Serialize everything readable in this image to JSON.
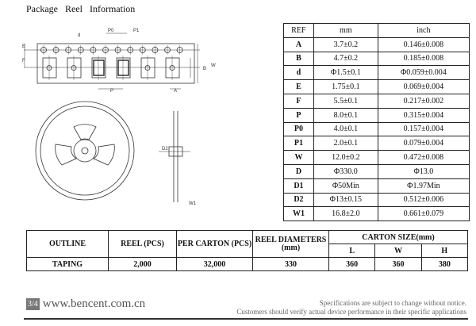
{
  "title": "Package Reel Information",
  "drawing_labels": {
    "d": "d",
    "p0": "P0",
    "p1": "P1",
    "p": "P",
    "a": "A",
    "b": "B",
    "w": "W",
    "e": "E",
    "f": "F",
    "w1": "W1",
    "d2": "D2"
  },
  "ref_table": {
    "headers": [
      "REF",
      "mm",
      "inch"
    ],
    "rows": [
      [
        "A",
        "3.7±0.2",
        "0.146±0.008"
      ],
      [
        "B",
        "4.7±0.2",
        "0.185±0.008"
      ],
      [
        "d",
        "Φ1.5±0.1",
        "Φ0.059±0.004"
      ],
      [
        "E",
        "1.75±0.1",
        "0.069±0.004"
      ],
      [
        "F",
        "5.5±0.1",
        "0.217±0.002"
      ],
      [
        "P",
        "8.0±0.1",
        "0.315±0.004"
      ],
      [
        "P0",
        "4.0±0.1",
        "0.157±0.004"
      ],
      [
        "P1",
        "2.0±0.1",
        "0.079±0.004"
      ],
      [
        "W",
        "12.0±0.2",
        "0.472±0.008"
      ],
      [
        "D",
        "Φ330.0",
        "Φ13.0"
      ],
      [
        "D1",
        "Φ50Min",
        "Φ1.97Min"
      ],
      [
        "D2",
        "Φ13±0.15",
        "0.512±0.006"
      ],
      [
        "W1",
        "16.8±2.0",
        "0.661±0.079"
      ]
    ]
  },
  "pack_table": {
    "outline": "OUTLINE",
    "reel": "REEL (PCS)",
    "per_carton": "PER CARTON (PCS)",
    "reel_diam": "REEL DIAMETERS (mm)",
    "carton_size": "CARTON SIZE(mm)",
    "l": "L",
    "w": "W",
    "h": "H",
    "row": {
      "outline": "TAPING",
      "reel": "2,000",
      "per_carton": "32,000",
      "reel_diam": "330",
      "l": "360",
      "w": "360",
      "h": "380"
    }
  },
  "footer": {
    "page": "3/4",
    "url": "www.bencent.com.cn",
    "note1": "Specifications are subject to change without notice.",
    "note2": "Customers should verify actual device performance in their specific applications"
  }
}
